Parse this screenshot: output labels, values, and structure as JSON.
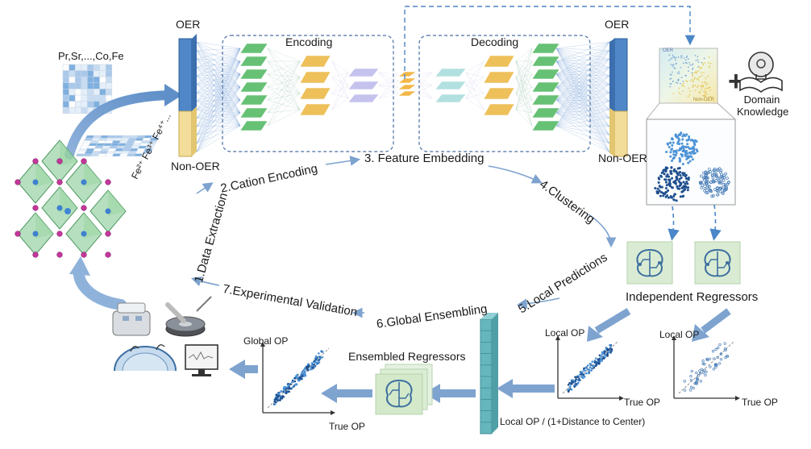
{
  "left": {
    "elements_label": "Pr,Sr,...,Co,Fe",
    "valence_label": "Fe²⁺ Fe³⁺ Fe⁴⁺..."
  },
  "autoencoder": {
    "input_top_label": "OER",
    "input_bottom_label": "Non-OER",
    "output_top_label": "OER",
    "output_bottom_label": "Non-OER",
    "encoding_label": "Encoding",
    "decoding_label": "Decoding"
  },
  "cycle": {
    "step1": "1.Data Extraction",
    "step2": "2.Cation Encoding",
    "step3": "3. Feature Embedding",
    "step4": "4.Clustering",
    "step5": "5.Local Predictions",
    "step6": "6.Global Ensembling",
    "step7": "7.Experimental Validation"
  },
  "right": {
    "map_top_label": "OER",
    "map_bottom_label": "Non-OER",
    "plus": "+",
    "domain_knowledge": [
      "Domain",
      "Knowledge"
    ],
    "independent_regressors": "Independent Regressors",
    "local_op_1": "Local OP",
    "true_op_1": "True OP",
    "local_op_2": "Local OP",
    "true_op_2": "True OP",
    "weight_formula": "Local OP / (1+Distance to Center)"
  },
  "bottom": {
    "ensembled_regressors": "Ensembled Regressors",
    "global_op": "Global OP",
    "true_op": "True OP"
  },
  "colors": {
    "arrow": "#7ea3cf",
    "dashed": "#4a86c8",
    "oer_bar": "#4f87c9",
    "nonoer_bar": "#f3dd9a",
    "green_layer": "#66c175",
    "yellow_layer": "#eec05a",
    "violet_layer": "#b7b4e6",
    "teal_bar": "#66b7bd",
    "regressor_bg": "#d9ecd3"
  }
}
